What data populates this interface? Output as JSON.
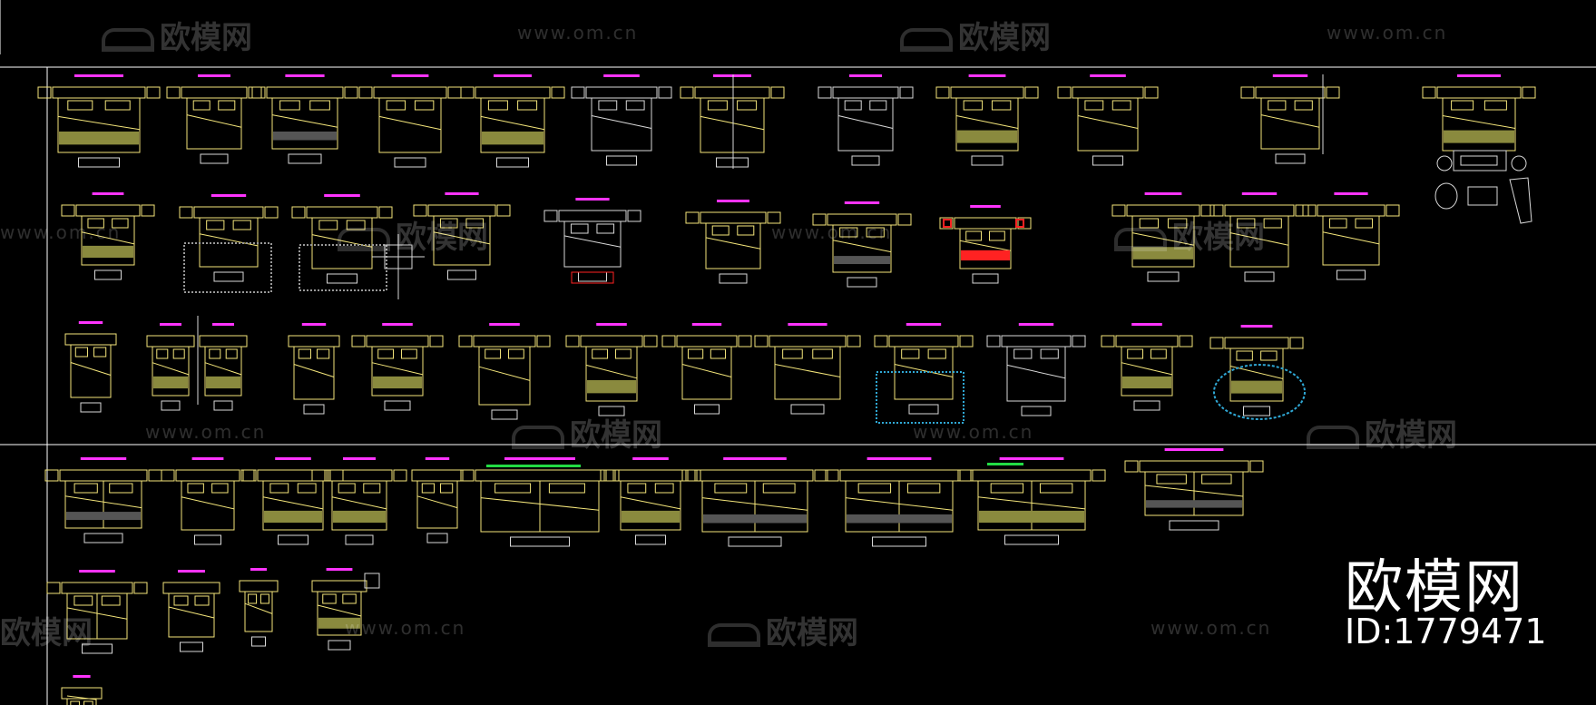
{
  "colors": {
    "background": "#000000",
    "frame_line": "#ffffff",
    "bed_outline": "#f3e57a",
    "bed_fill": "#8a8a3e",
    "label": "#ff33ff",
    "white_linework": "#d8d8d8",
    "rug_cyan": "#2fa7d4",
    "red_accent": "#ff2222",
    "green_accent": "#22dd44",
    "watermark": "rgba(255,255,255,0.18)"
  },
  "watermarks": {
    "url": "www.om.cn",
    "brand": "欧模网"
  },
  "brand_block": {
    "title": "欧模网",
    "id_text": "ID:1779471"
  }
}
